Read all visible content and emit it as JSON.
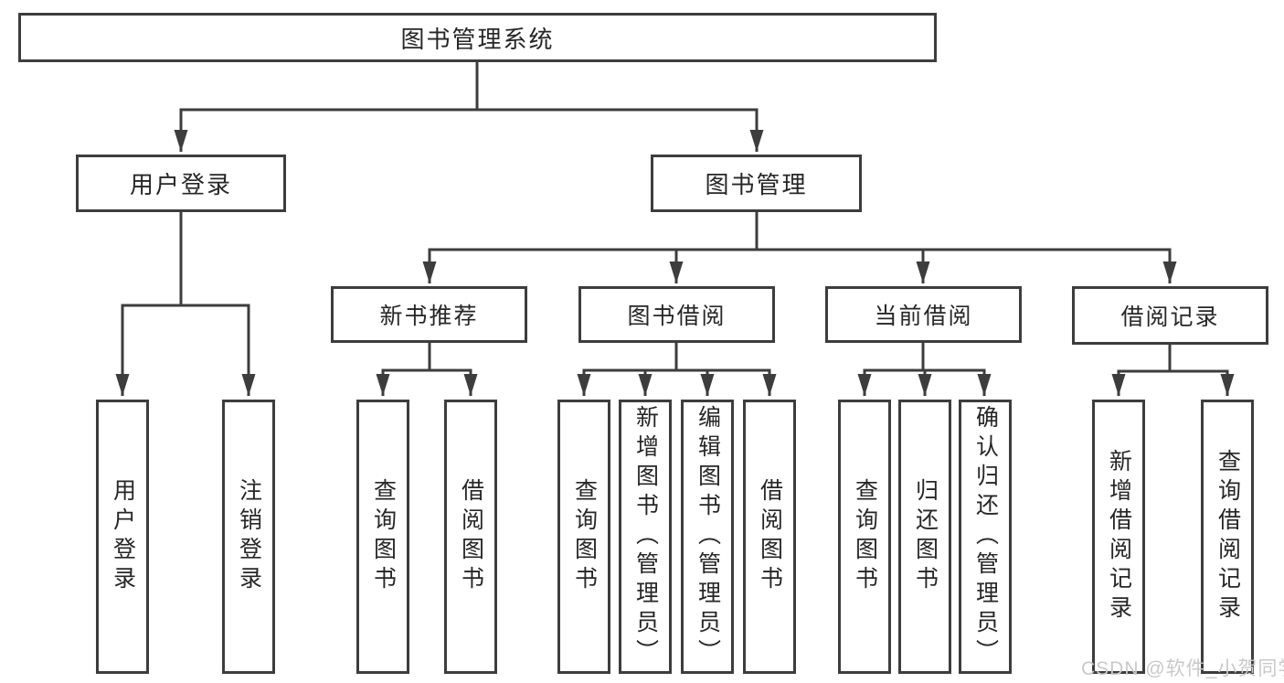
{
  "tree": {
    "root": {
      "label": "图书管理系统",
      "children": [
        {
          "label": "用户登录",
          "children": [
            {
              "label": "用户登录"
            },
            {
              "label": "注销登录"
            }
          ]
        },
        {
          "label": "图书管理",
          "children": [
            {
              "label": "新书推荐",
              "children": [
                {
                  "label": "查询图书"
                },
                {
                  "label": "借阅图书"
                }
              ]
            },
            {
              "label": "图书借阅",
              "children": [
                {
                  "label": "查询图书"
                },
                {
                  "label": "新增图书（管理员）"
                },
                {
                  "label": "编辑图书（管理员）"
                },
                {
                  "label": "借阅图书"
                }
              ]
            },
            {
              "label": "当前借阅",
              "children": [
                {
                  "label": "查询图书"
                },
                {
                  "label": "归还图书"
                },
                {
                  "label": "确认归还（管理员）"
                }
              ]
            },
            {
              "label": "借阅记录",
              "children": [
                {
                  "label": "新增借阅记录"
                },
                {
                  "label": "查询借阅记录"
                }
              ]
            }
          ]
        }
      ]
    }
  },
  "watermark": "CSDN @软件_小贺同学",
  "colors": {
    "line": "#3d3d3d",
    "text": "#262626",
    "watermark": "#c9c9c9",
    "background": "#ffffff"
  }
}
